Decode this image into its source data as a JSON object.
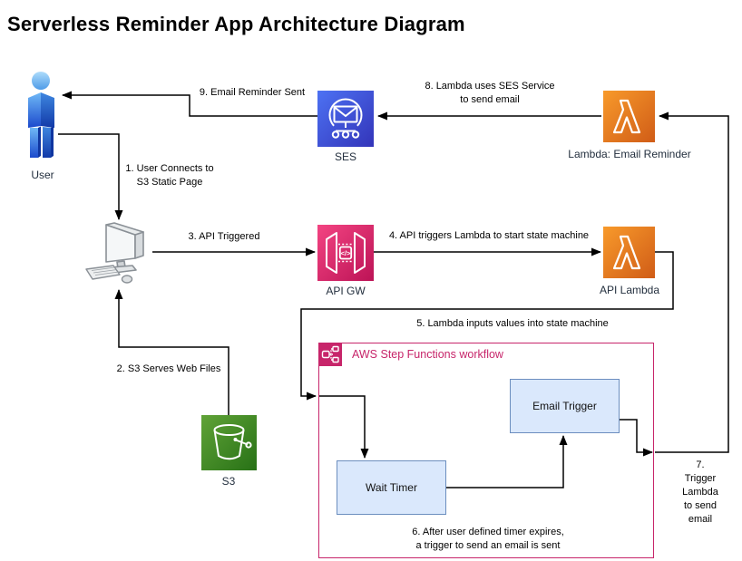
{
  "title": "Serverless Reminder App Architecture Diagram",
  "nodes": {
    "user": {
      "label": "User"
    },
    "ses": {
      "label": "SES"
    },
    "lambda_email_reminder": {
      "label": "Lambda: Email Reminder"
    },
    "api_gw": {
      "label": "API GW"
    },
    "api_lambda": {
      "label": "API Lambda"
    },
    "s3": {
      "label": "S3"
    },
    "step_functions_group": {
      "label": "AWS Step Functions workflow"
    },
    "wait_timer": {
      "label": "Wait Timer"
    },
    "email_trigger": {
      "label": "Email Trigger"
    }
  },
  "edges": {
    "e1": "1. User Connects to\nS3 Static Page",
    "e2": "2. S3 Serves Web Files",
    "e3": "3. API Triggered",
    "e4": "4. API triggers Lambda to start state machine",
    "e5": "5. Lambda inputs values into state machine",
    "e6": "6. After user defined timer expires,\na trigger to send an email is sent",
    "e7": "7. Trigger Lambda\nto send\nemail",
    "e8": "8. Lambda uses SES Service\nto send email",
    "e9": "9. Email Reminder Sent"
  },
  "colors": {
    "ses_blue_light": "#4D72F3",
    "ses_blue_dark": "#3334B9",
    "api_gw_pink_light": "#F34482",
    "api_gw_pink_dark": "#BC1356",
    "lambda_orange_light": "#F78E04",
    "lambda_orange_dark": "#D05C17",
    "s3_green_light": "#60A337",
    "s3_green_dark": "#277116",
    "step_functions_pink": "#C7256A",
    "state_box_fill": "#DAE8FC",
    "state_box_border": "#6C8EBF",
    "connector_black": "#000000"
  }
}
